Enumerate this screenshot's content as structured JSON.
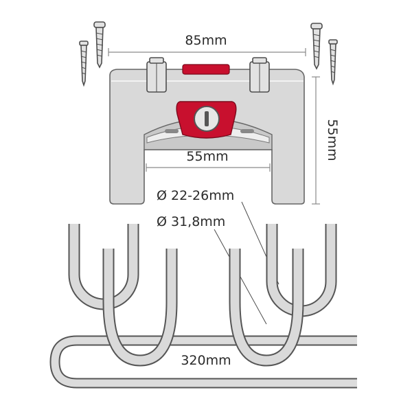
{
  "labels": {
    "width_top": "85mm",
    "height_right": "55mm",
    "width_inner": "55mm",
    "diameter_small": "Ø 22-26mm",
    "diameter_large": "Ø 31,8mm",
    "strap_length": "320mm"
  },
  "colors": {
    "accent_red": "#c8102e",
    "body_gray": "#d9d9d9",
    "outline": "#555555"
  }
}
